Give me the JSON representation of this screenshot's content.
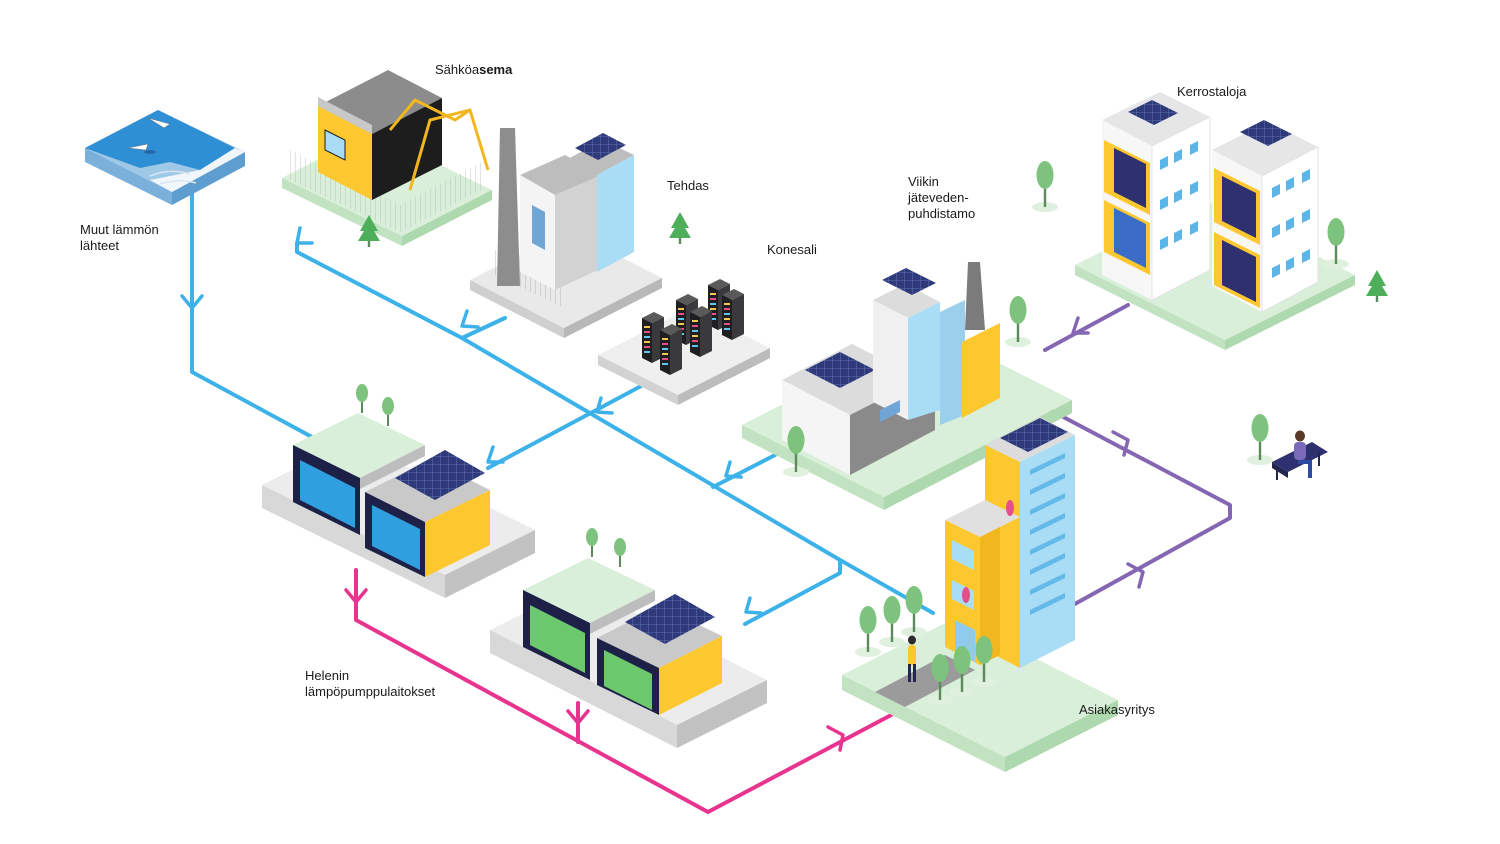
{
  "labels": {
    "substation_pre": "Sähköa",
    "substation_bold": "sema",
    "factory": "Tehdas",
    "datacenter": "Konesali",
    "other_sources_line1": "Muut lämmön",
    "other_sources_line2": "lähteet",
    "wastewater_line1": "Viikin",
    "wastewater_line2": "jäteveden-",
    "wastewater_line3": "puhdistamo",
    "apartments": "Kerrostaloja",
    "heatpumps_line1": "Helenin",
    "heatpumps_line2": "lämpöpumppulaitokset",
    "customer": "Asiakasyritys"
  },
  "colors": {
    "cold_pipe": "#3db2e8",
    "hot_pipe": "#e8338f",
    "return_pipe": "#8466b3",
    "yellow": "#fdc82f",
    "light_blue": "#a9dcf5",
    "grass": "#d9efd9",
    "tree": "#7dc37d",
    "solar": "#2e3a7a",
    "navy": "#23264f"
  },
  "icons": [
    "sea-icon",
    "bird-icon",
    "substation-icon",
    "factory-icon",
    "chimney-icon",
    "server-rack-icon",
    "wastewater-plant-icon",
    "apartment-building-icon",
    "heat-pump-plant-icon",
    "office-tower-icon",
    "tree-icon",
    "solar-panel-icon",
    "person-icon",
    "bench-icon",
    "arrow-icon"
  ]
}
